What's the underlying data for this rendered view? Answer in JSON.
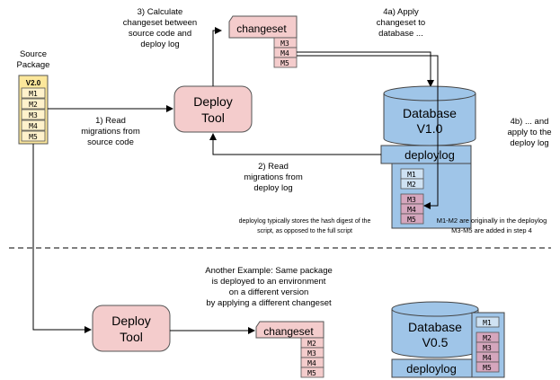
{
  "source_package": {
    "label_line1": "Source",
    "label_line2": "Package",
    "version": "V2.0",
    "migrations": [
      "M1",
      "M2",
      "M3",
      "M4",
      "M5"
    ]
  },
  "top": {
    "deploy_tool": {
      "line1": "Deploy",
      "line2": "Tool"
    },
    "changeset": {
      "label": "changeset",
      "migrations": [
        "M3",
        "M4",
        "M5"
      ]
    },
    "database": {
      "line1": "Database",
      "line2": "V1.0",
      "deploylog": "deploylog"
    },
    "deploylog_items_original": [
      "M1",
      "M2"
    ],
    "deploylog_items_added": [
      "M3",
      "M4",
      "M5"
    ],
    "step1": [
      "1) Read",
      "migrations from",
      "source code"
    ],
    "step2": [
      "2) Read",
      "migrations from",
      "deploy log"
    ],
    "step3": [
      "3) Calculate",
      "changeset between",
      "source code and",
      "deploy log"
    ],
    "step4a": [
      "4a) Apply",
      "changeset to",
      "database ..."
    ],
    "step4b": [
      "4b) ... and",
      "apply to the",
      "deploy log"
    ],
    "note_hash": [
      "deploylog typically stores the hash digest of the",
      "script, as opposed to the full script"
    ],
    "note_m": [
      "M1-M2 are originally in the deploylog",
      "M3-M5 are added in step 4"
    ]
  },
  "bottom": {
    "caption": [
      "Another Example: Same package",
      "is deployed to an environment",
      "on a different version",
      "by applying a different changeset"
    ],
    "deploy_tool": {
      "line1": "Deploy",
      "line2": "Tool"
    },
    "changeset": {
      "label": "changeset",
      "migrations": [
        "M2",
        "M3",
        "M4",
        "M5"
      ]
    },
    "database": {
      "line1": "Database",
      "line2": "V0.5",
      "deploylog": "deploylog"
    },
    "deploylog_items_original": [
      "M1"
    ],
    "deploylog_items_added": [
      "M2",
      "M3",
      "M4",
      "M5"
    ]
  },
  "colors": {
    "package_fill": "#fce79b",
    "tool_fill": "#f4cccc",
    "db_fill": "#9fc5e8",
    "log_item_fill": "#cfe2f3",
    "added_item_fill": "#d5a6bd",
    "changeset_item_fill": "#f4cccc"
  }
}
